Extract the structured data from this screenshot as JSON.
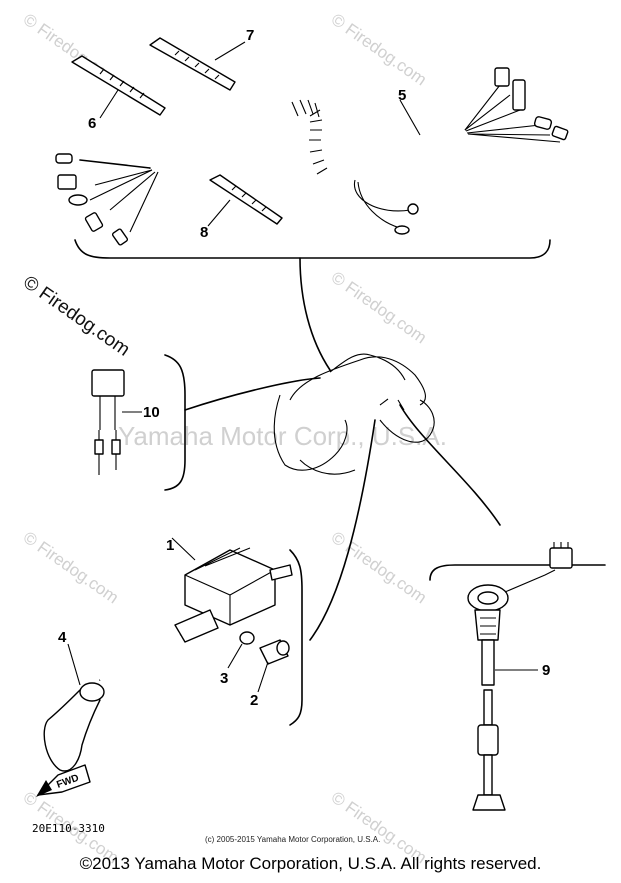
{
  "watermarks": {
    "site": "© Firedog.com",
    "brand": "Yamaha Motor Corp., U.S.A."
  },
  "callouts": [
    "1",
    "2",
    "3",
    "4",
    "5",
    "6",
    "7",
    "8",
    "9",
    "10"
  ],
  "diagram_code": "20E110-3310",
  "fwd_label": "FWD",
  "small_copyright": "(c) 2005-2015 Yamaha Motor Corporation, U.S.A.",
  "footer_copyright": "©2013 Yamaha Motor Corporation, U.S.A. All rights reserved."
}
